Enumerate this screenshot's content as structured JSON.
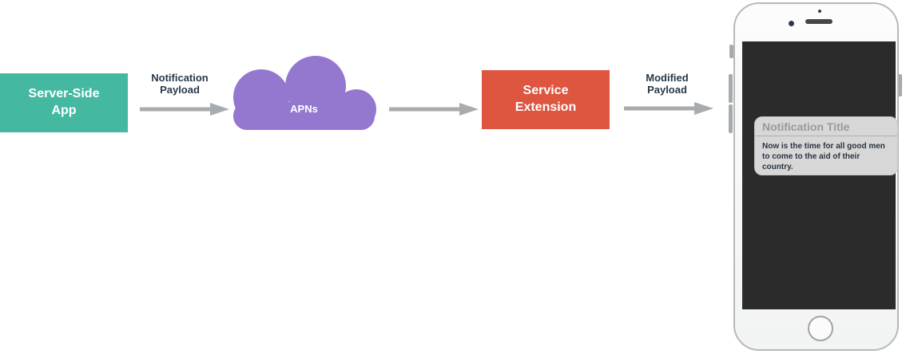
{
  "diagram": {
    "server_app": {
      "label": "Server-Side App",
      "color": "#45B8A2"
    },
    "notification_payload_label": "Notification Payload",
    "apns": {
      "label": "APNs",
      "color": "#9478CF"
    },
    "service_extension": {
      "label": "Service Extension",
      "color": "#DE5540"
    },
    "modified_payload_label": "Modified Payload",
    "arrow_color": "#A9ACAE",
    "label_text_color": "#283949"
  },
  "phone": {
    "screen_color": "#2b2b2b",
    "notification": {
      "title": "Notification Title",
      "body": "Now is the time for all good men to come to the aid of their country."
    }
  }
}
